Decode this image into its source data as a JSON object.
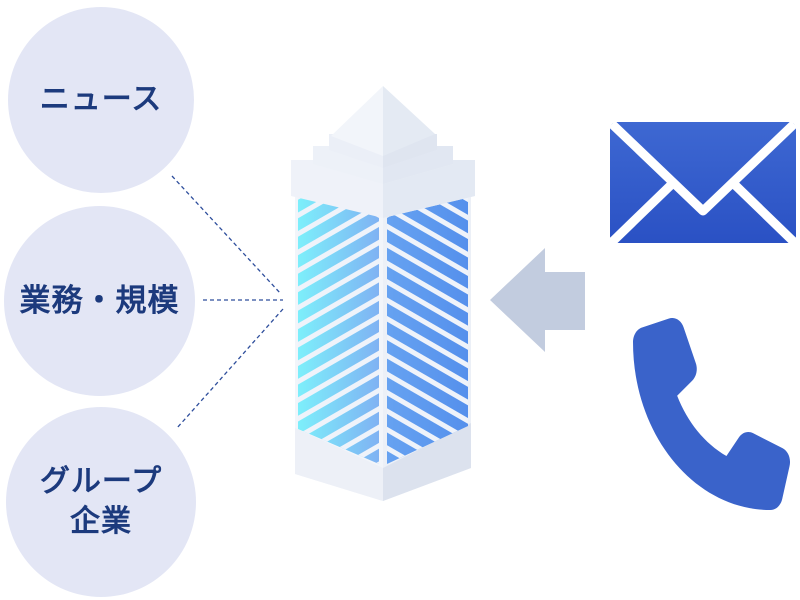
{
  "diagram": {
    "sources": [
      {
        "id": "news",
        "label": "ニュース"
      },
      {
        "id": "business-scale",
        "label": "業務・規模"
      },
      {
        "id": "group-companies",
        "label": "グループ\n企業"
      }
    ],
    "center": {
      "type": "company-building-illustration"
    },
    "inbound_channels": [
      {
        "icon": "mail-icon"
      },
      {
        "icon": "phone-icon"
      }
    ],
    "colors": {
      "bubble_fill": "#E3E6F5",
      "label_text": "#1C3A7D",
      "connector_dash": "#2E4E9C",
      "arrow": "#C2CCDF",
      "mail_gradient_top": "#3E68D2",
      "mail_gradient_bottom": "#2A51C4",
      "phone": "#3A63CA",
      "building_stripe_cyan": "#7DEFFB",
      "building_stripe_blue_left": "#7FB2F3",
      "building_stripe_blue_right": "#5E9BEF"
    }
  }
}
